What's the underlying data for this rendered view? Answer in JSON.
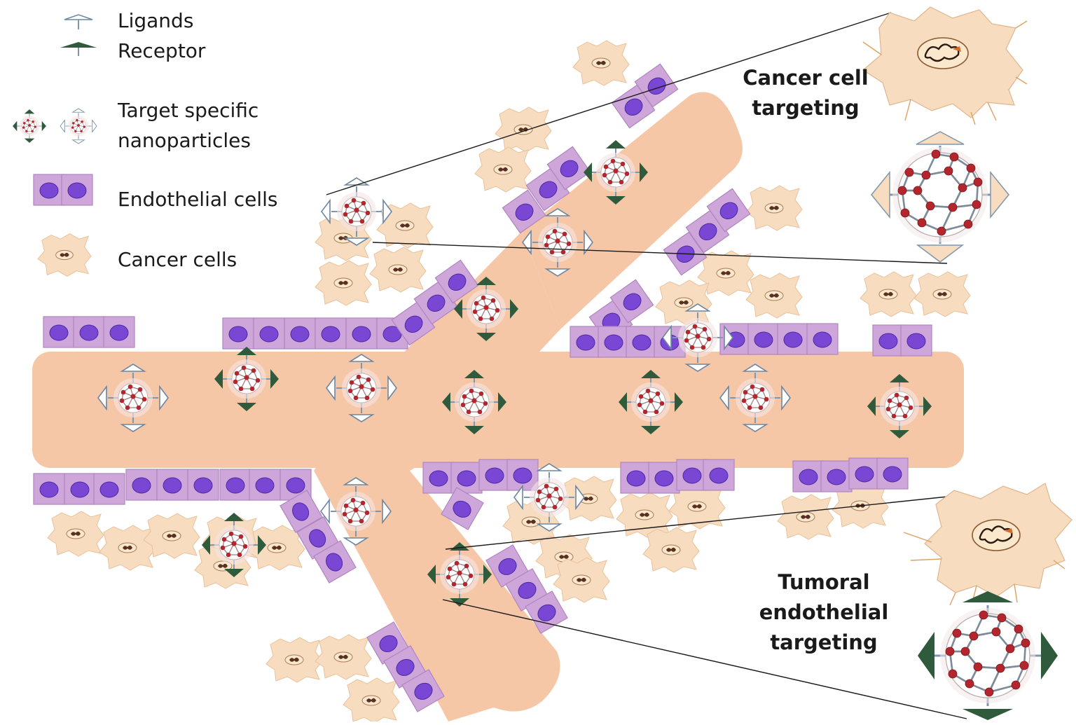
{
  "legend": {
    "ligands": "Ligands",
    "receptor": "Receptor",
    "nanoparticles_line1": "Target specific",
    "nanoparticles_line2": "nanoparticles",
    "endothelial": "Endothelial cells",
    "cancer": "Cancer cells"
  },
  "callouts": {
    "cancer_targeting_line1": "Cancer cell",
    "cancer_targeting_line2": "targeting",
    "endothelial_targeting_line1": "Tumoral endothelial",
    "endothelial_targeting_line2": "targeting"
  },
  "colors": {
    "vessel": "#f6c7a6",
    "endothelial_cell": "#cfa6da",
    "nucleus": "#7a47d4",
    "cancer_cell": "#f8dcbf",
    "ligand": "#c9d8ea",
    "receptor": "#2f5a3c",
    "fullerene_atom": "#b3262e"
  }
}
